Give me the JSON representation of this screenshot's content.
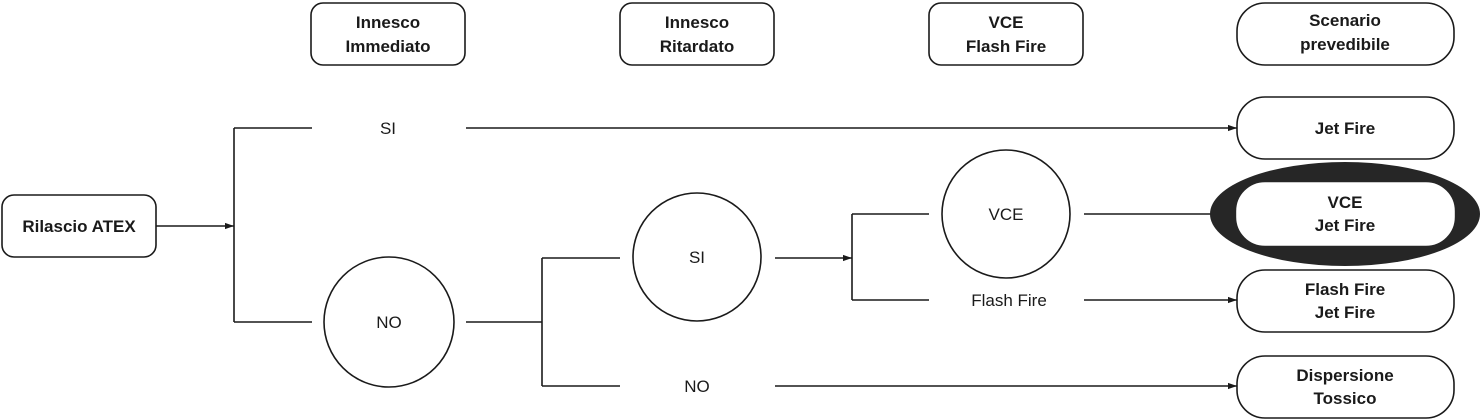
{
  "headers": {
    "immediate": [
      "Innesco",
      "Immediato"
    ],
    "delayed": [
      "Innesco",
      "Ritardato"
    ],
    "vce": [
      "VCE",
      "Flash Fire"
    ],
    "scenario": [
      "Scenario",
      "prevedibile"
    ]
  },
  "start": "Rilascio ATEX",
  "branches": {
    "si_immediate": "SI",
    "no_immediate": "NO",
    "si_delayed": "SI",
    "no_delayed": "NO",
    "vce": "VCE",
    "flash_fire": "Flash Fire"
  },
  "outcomes": {
    "jet_fire": [
      "Jet Fire"
    ],
    "vce_jet_fire": [
      "VCE",
      "Jet Fire"
    ],
    "flash_jet_fire": [
      "Flash Fire",
      "Jet Fire"
    ],
    "dispersione": [
      "Dispersione",
      "Tossico"
    ]
  },
  "colors": {
    "stroke": "#1a1a1a",
    "highlight_ring": "#262626"
  }
}
